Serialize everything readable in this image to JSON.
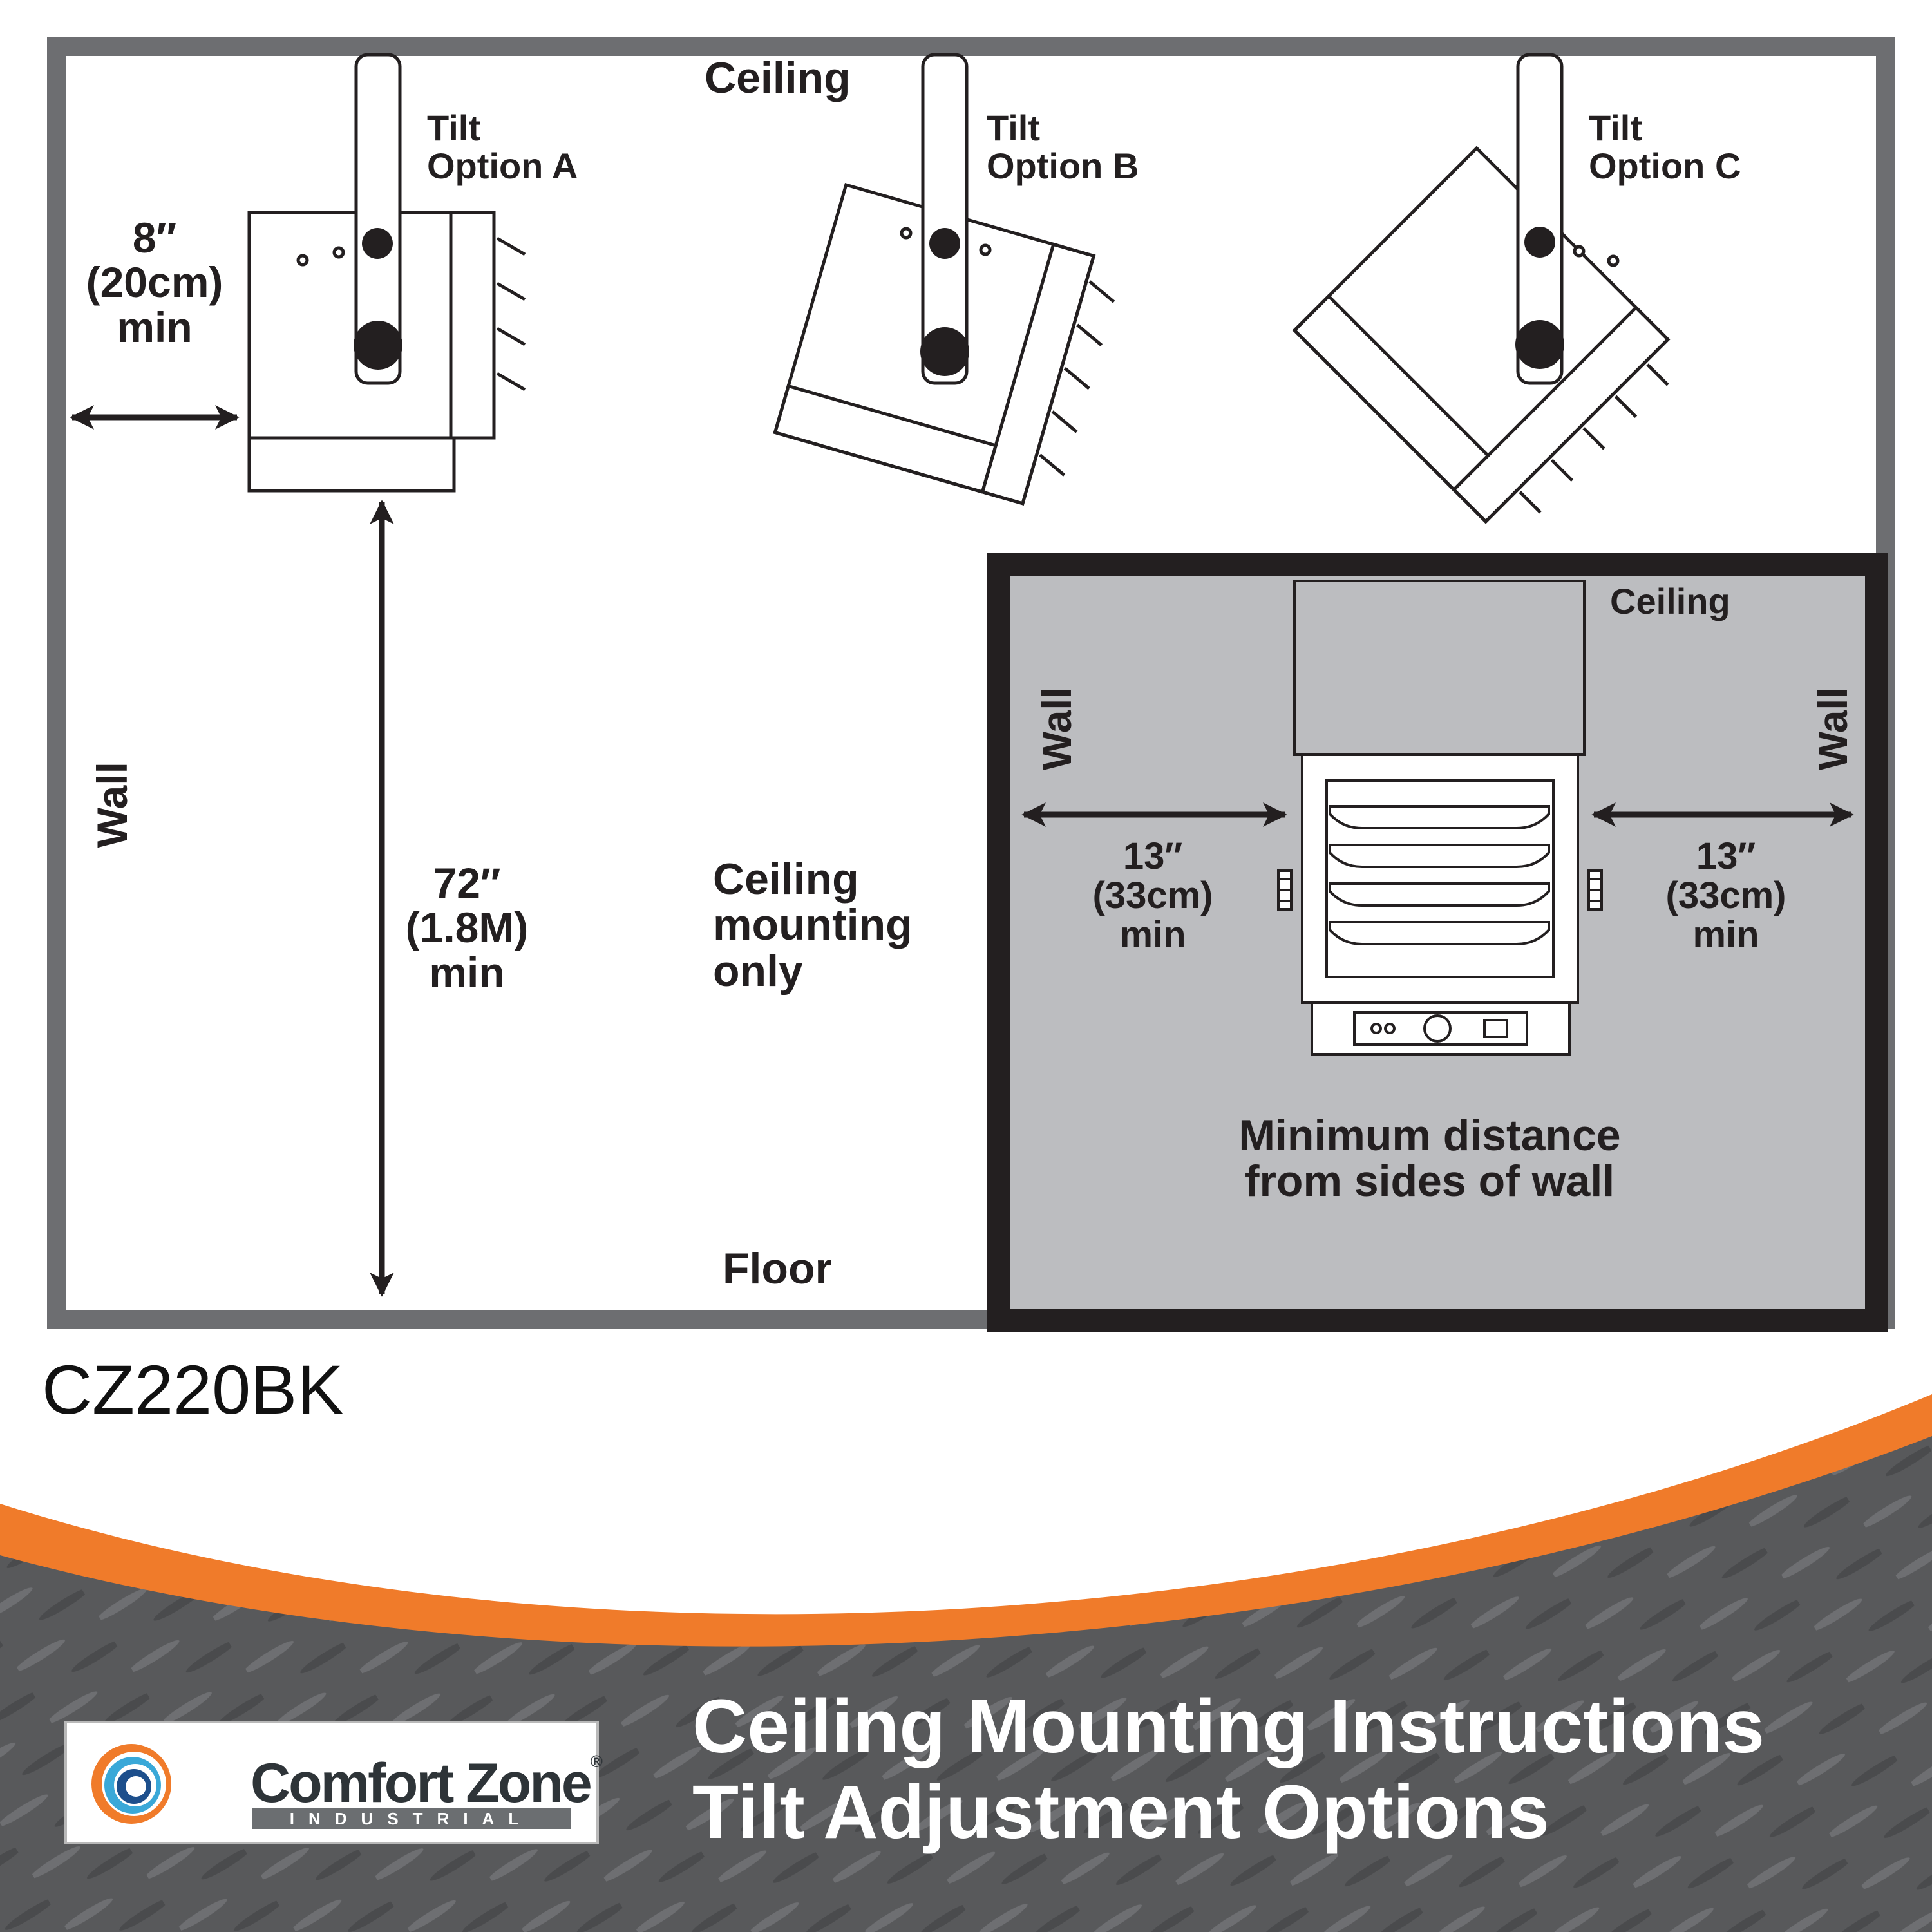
{
  "model": "CZ220BK",
  "main_diagram": {
    "ceiling": "Ceiling",
    "floor": "Floor",
    "wall": "Wall",
    "tilt_a": [
      "Tilt",
      "Option A"
    ],
    "tilt_b": [
      "Tilt",
      "Option B"
    ],
    "tilt_c": [
      "Tilt",
      "Option C"
    ],
    "side_clearance": [
      "8″",
      "(20cm)",
      "min"
    ],
    "floor_clearance": [
      "72″",
      "(1.8M)",
      "min"
    ],
    "note": [
      "Ceiling",
      "mounting",
      "only"
    ]
  },
  "inset": {
    "ceiling": "Ceiling",
    "wall_left": "Wall",
    "wall_right": "Wall",
    "left_clearance": [
      "13″",
      "(33cm)",
      "min"
    ],
    "right_clearance": [
      "13″",
      "(33cm)",
      "min"
    ],
    "caption": [
      "Minimum distance",
      "from sides of wall"
    ]
  },
  "banner": {
    "title_line1": "Ceiling Mounting Instructions",
    "title_line2": "Tilt Adjustment Options"
  },
  "logo": {
    "name": "Comfort Zone",
    "registered": "®",
    "sub": "INDUSTRIAL"
  },
  "colors": {
    "frame": "#6d6e71",
    "inset_bg": "#bcbdc0",
    "inset_border": "#231f20",
    "accent_orange": "#f07b2a",
    "banner_dark": "#58595b"
  }
}
